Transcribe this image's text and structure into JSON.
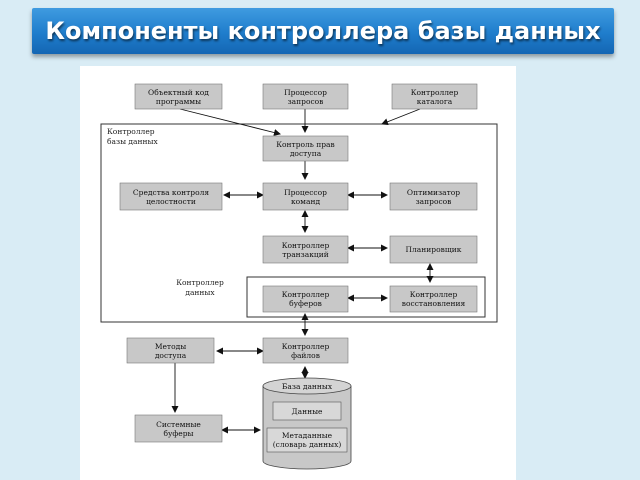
{
  "slide": {
    "title": "Компоненты контроллера базы данных",
    "banner_color": "#1f7dcc",
    "background_color": "#d9ecf5"
  },
  "diagram": {
    "box_fill": "#c8c8c8",
    "frames": {
      "db_controller": [
        "Контроллер",
        "базы данных"
      ],
      "data_controller": [
        "Контроллер",
        "данных"
      ]
    },
    "components": {
      "object_code": [
        "Объектный код",
        "программы"
      ],
      "query_processor": [
        "Процессор",
        "запросов"
      ],
      "catalog_controller": [
        "Контроллер",
        "каталога"
      ],
      "access_control": [
        "Контроль прав",
        "доступа"
      ],
      "integrity_tools": [
        "Средства контроля",
        "целостности"
      ],
      "command_processor": [
        "Процессор",
        "команд"
      ],
      "query_optimizer": [
        "Оптимизатор",
        "запросов"
      ],
      "transaction_controller": [
        "Контроллер",
        "транзакций"
      ],
      "scheduler": [
        "Планировщик"
      ],
      "buffer_controller": [
        "Контроллер",
        "буферов"
      ],
      "recovery_controller": [
        "Контроллер",
        "восстановления"
      ],
      "access_methods": [
        "Методы",
        "доступа"
      ],
      "file_controller": [
        "Контроллер",
        "файлов"
      ],
      "system_buffers": [
        "Системные",
        "буферы"
      ]
    },
    "database": {
      "title": "База данных",
      "data": [
        "Данные"
      ],
      "metadata": [
        "Метаданные",
        "(словарь данных)"
      ]
    }
  }
}
